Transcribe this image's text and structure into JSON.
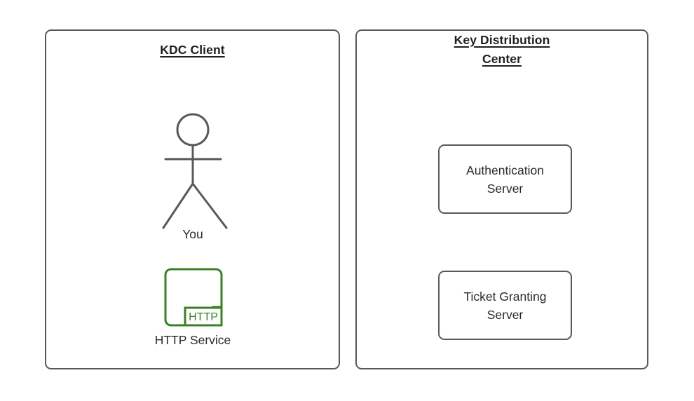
{
  "diagram": {
    "title_left": "KDC Client",
    "title_right_line1": "Key Distribution",
    "title_right_line2": "Center",
    "colors": {
      "border_gray": "#595959",
      "text_dark": "#2b2b2b",
      "title_dark": "#1f1f1f",
      "service_green": "#3a8024",
      "background": "#ffffff"
    }
  },
  "client_panel": {
    "title": "KDC Client",
    "actor": {
      "icon": "stick-figure-icon",
      "label": "You"
    },
    "service": {
      "icon": "http-service-icon",
      "badge": "HTTP",
      "label": "HTTP Service"
    }
  },
  "kdc_panel": {
    "title_line1": "Key Distribution",
    "title_line2": "Center",
    "boxes": [
      {
        "line1": "Authentication",
        "line2": "Server"
      },
      {
        "line1": "Ticket Granting",
        "line2": "Server"
      }
    ]
  }
}
